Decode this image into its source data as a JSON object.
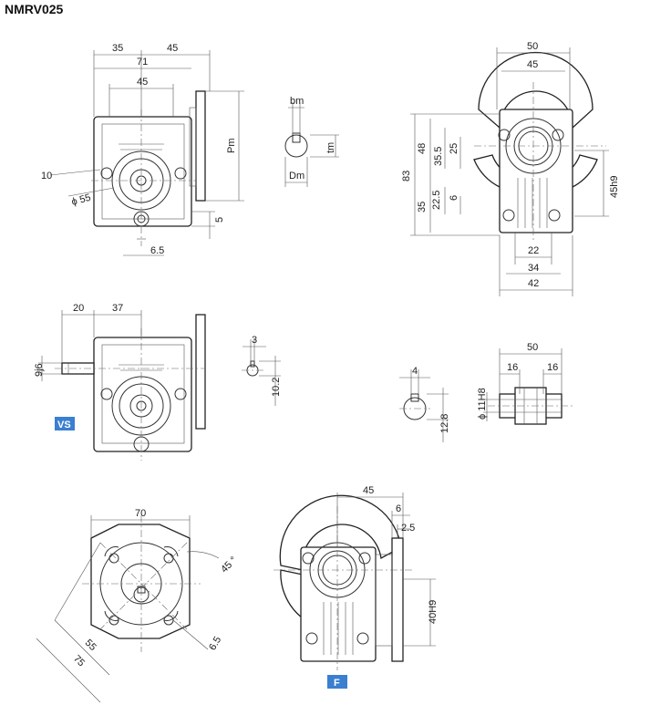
{
  "title": "NMRV025",
  "badges": {
    "vs": "VS",
    "f": "F"
  },
  "colors": {
    "badge": "#3a7fd0",
    "line": "#222222"
  },
  "view1": {
    "d35": "35",
    "d45_top": "45",
    "d71": "71",
    "d45_inner": "45",
    "pm": "Pm",
    "d10": "10",
    "phi55": "ϕ 55",
    "d5": "5",
    "d6_5": "6.5"
  },
  "key1": {
    "bm": "bm",
    "tm": "tm",
    "dm": "Dm"
  },
  "view2": {
    "d50": "50",
    "d45": "45",
    "d83": "83",
    "d48": "48",
    "d35_5": "35.5",
    "d25": "25",
    "d35": "35",
    "d22_5": "22.5",
    "d6": "6",
    "d45h9": "45h9",
    "d22": "22",
    "d34": "34",
    "d42": "42"
  },
  "view3": {
    "d20": "20",
    "d37": "37",
    "d9j6": "9j6"
  },
  "key2": {
    "d3": "3",
    "d10_2": "10.2"
  },
  "key3": {
    "d4": "4",
    "d12_8": "12.8"
  },
  "shaft": {
    "d50": "50",
    "d16a": "16",
    "d16b": "16",
    "phi11h8": "ϕ  11H8"
  },
  "flange": {
    "d70": "70",
    "d45deg": "45 °",
    "d55": "55",
    "d75": "75",
    "d6_5": "6.5"
  },
  "viewF": {
    "d45": "45",
    "d6": "6",
    "d2_5": "2.5",
    "d40h9": "40H9"
  }
}
